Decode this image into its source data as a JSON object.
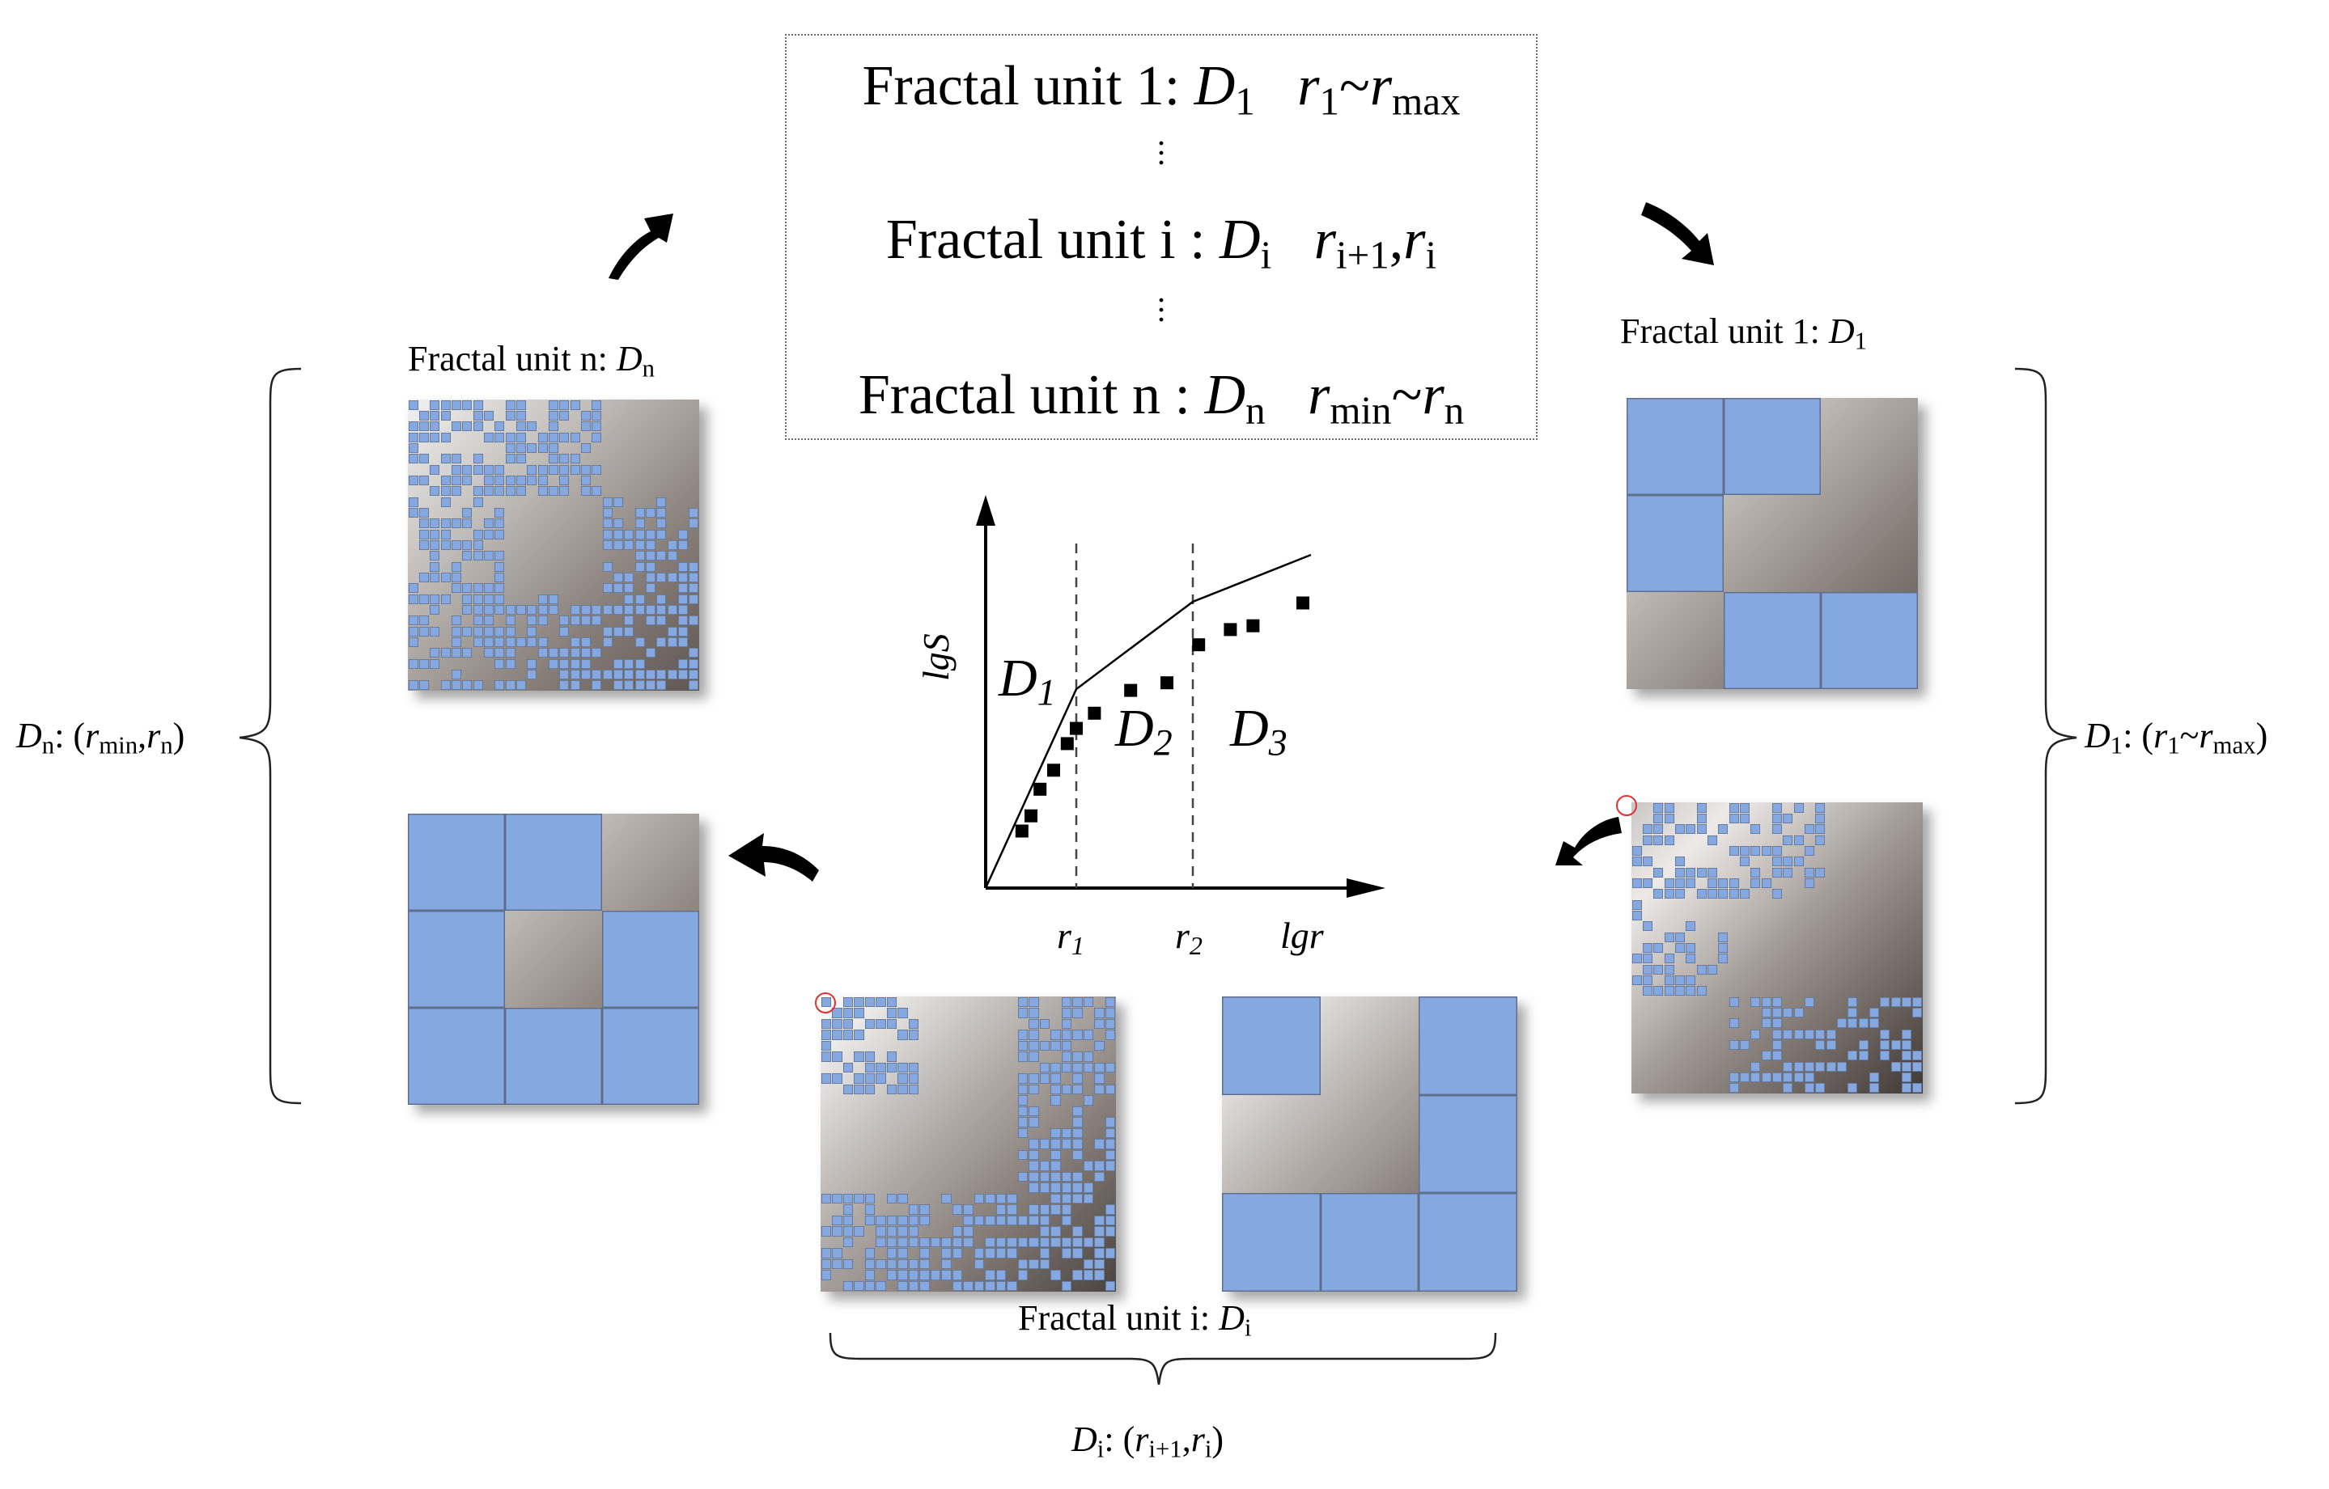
{
  "top_box": {
    "line1": {
      "prefix": "Fractal unit 1: ",
      "D": "D",
      "Dsub": "1",
      "r": "r",
      "rsub": "1",
      "sep": "~",
      "r2": "r",
      "r2sub": "max"
    },
    "linei": {
      "prefix": "Fractal unit i : ",
      "D": "D",
      "Dsub": "i",
      "r": "r",
      "rsub": "i+1",
      "sep": ",",
      "r2": "r",
      "r2sub": "i"
    },
    "linen": {
      "prefix": "Fractal unit n : ",
      "D": "D",
      "Dsub": "n",
      "r": "r",
      "rsub": "min",
      "sep": "~",
      "r2": "r",
      "r2sub": "n"
    }
  },
  "labels": {
    "unit_n": {
      "prefix": "Fractal unit n: ",
      "D": "D",
      "sub": "n"
    },
    "unit_1": {
      "prefix": "Fractal unit 1: ",
      "D": "D",
      "sub": "1"
    },
    "unit_i": {
      "prefix": "Fractal unit i: ",
      "D": "D",
      "sub": "i"
    }
  },
  "brackets": {
    "left": {
      "D": "D",
      "Dsub": "n",
      "mid": ": (",
      "r1": "r",
      "r1sub": "min",
      "sep": ",",
      "r2": "r",
      "r2sub": "n",
      "end": ")"
    },
    "right": {
      "D": "D",
      "Dsub": "1",
      "mid": ": (",
      "r1": "r",
      "r1sub": "1",
      "sep": "~",
      "r2": "r",
      "r2sub": "max",
      "end": ")"
    },
    "bottom": {
      "D": "D",
      "Dsub": "i",
      "mid": ": (",
      "r1": "r",
      "r1sub": "i+1",
      "sep": ",",
      "r2": "r",
      "r2sub": "i",
      "end": ")"
    }
  },
  "plot": {
    "ylabel": "lgS",
    "xlabel": "lgr",
    "ticks": [
      {
        "t": "r",
        "sub": "1"
      },
      {
        "t": "r",
        "sub": "2"
      }
    ],
    "segments": [
      {
        "t": "D",
        "sub": "1"
      },
      {
        "t": "D",
        "sub": "2"
      },
      {
        "t": "D",
        "sub": "3"
      }
    ]
  },
  "chart_data": {
    "type": "scatter",
    "title": "",
    "xlabel": "lgr",
    "ylabel": "lgS",
    "breakpoints": [
      "r1",
      "r2"
    ],
    "segments": [
      "D1",
      "D2",
      "D3"
    ],
    "points": [
      [
        0.08,
        0.15
      ],
      [
        0.1,
        0.19
      ],
      [
        0.12,
        0.26
      ],
      [
        0.15,
        0.31
      ],
      [
        0.18,
        0.38
      ],
      [
        0.2,
        0.42
      ],
      [
        0.24,
        0.46
      ],
      [
        0.32,
        0.52
      ],
      [
        0.4,
        0.54
      ],
      [
        0.47,
        0.64
      ],
      [
        0.54,
        0.68
      ],
      [
        0.59,
        0.69
      ],
      [
        0.7,
        0.75
      ]
    ],
    "grid": false
  },
  "colors": {
    "tile": "#86a8e0",
    "tile_line": "#5f6f8c",
    "arrow": "#000000",
    "marker_circle": "#e03030"
  }
}
